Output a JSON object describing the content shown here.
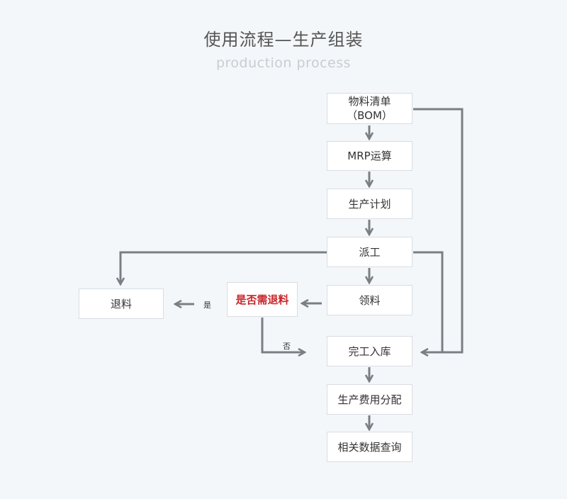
{
  "header": {
    "title": "使用流程—生产组装",
    "subtitle": "production process"
  },
  "nodes": {
    "bom_line1": "物料清单",
    "bom_line2": "（BOM）",
    "mrp": "MRP运算",
    "plan": "生产计划",
    "dispatch": "派工",
    "pick": "领料",
    "decision": "是否需退料",
    "return": "退料",
    "warehouse": "完工入库",
    "cost": "生产费用分配",
    "query": "相关数据查询"
  },
  "edge_labels": {
    "yes": "是",
    "no": "否"
  },
  "colors": {
    "arrow": "#7a7f84",
    "decision_text": "#c9252b",
    "box_border": "#d8dde2",
    "background": "#f4f7fa"
  }
}
